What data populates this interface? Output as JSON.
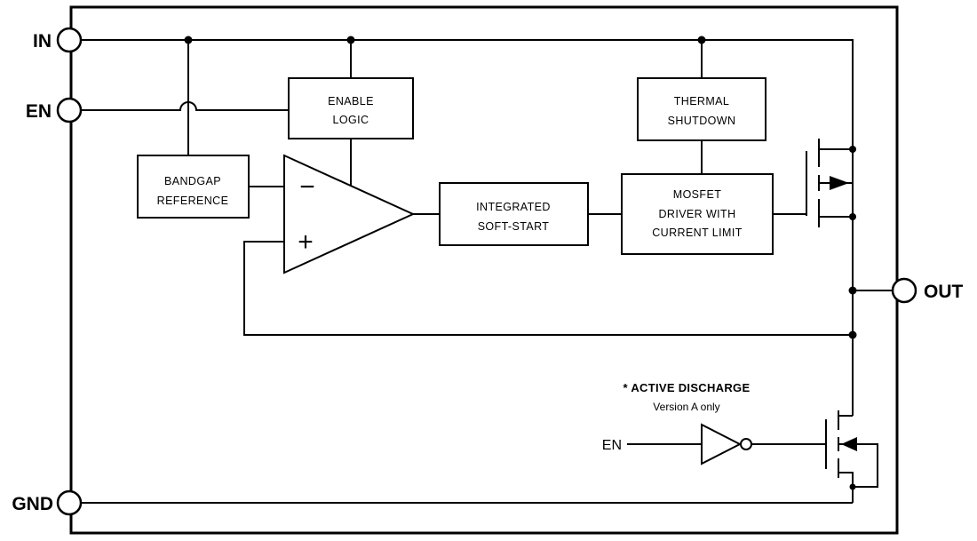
{
  "pins": {
    "in": {
      "label": "IN"
    },
    "en": {
      "label": "EN"
    },
    "gnd": {
      "label": "GND"
    },
    "out": {
      "label": "OUT"
    }
  },
  "blocks": {
    "enable_logic": {
      "line1": "ENABLE",
      "line2": "LOGIC"
    },
    "thermal_shutdown": {
      "line1": "THERMAL",
      "line2": "SHUTDOWN"
    },
    "bandgap_reference": {
      "line1": "BANDGAP",
      "line2": "REFERENCE"
    },
    "soft_start": {
      "line1": "INTEGRATED",
      "line2": "SOFT-START"
    },
    "mosfet_driver": {
      "line1": "MOSFET",
      "line2": "DRIVER WITH",
      "line3": "CURRENT LIMIT"
    }
  },
  "error_amplifier": {
    "inverting_input": "−",
    "noninverting_input": "+"
  },
  "active_discharge": {
    "note_title": "* ACTIVE DISCHARGE",
    "note_subtitle": "Version A only",
    "en_label": "EN"
  },
  "colors": {
    "stroke": "#000000",
    "background": "#ffffff"
  }
}
